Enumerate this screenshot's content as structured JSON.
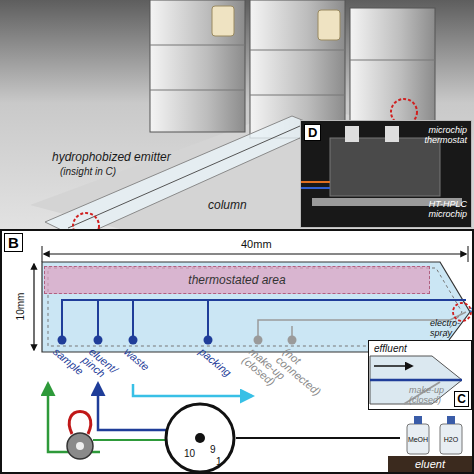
{
  "diagram": {
    "nodes": [
      {
        "text": [
          "D",
          "microchip thermostat",
          "HT-HPLC microchip"
        ]
      },
      {
        "text": [
          "B"
        ]
      },
      {
        "text": [
          "thermostated area"
        ],
        "in": 1
      },
      {
        "text": [
          "C",
          "effluent",
          "make-up (closed)"
        ],
        "in": 1
      },
      {
        "text": [
          "10",
          "9",
          "1"
        ],
        "in": 1
      },
      {
        "text": [
          "eluent"
        ],
        "in": 1
      }
    ],
    "labels": [
      "hydrophobized emitter",
      "(insight in C)",
      "column",
      "40mm",
      "10mm",
      "sample",
      "eluent/ pinch",
      "waste",
      "packing",
      "make-up (closed)",
      "(not connected)",
      "electro-spray",
      "MeOH",
      "H2O"
    ]
  }
}
